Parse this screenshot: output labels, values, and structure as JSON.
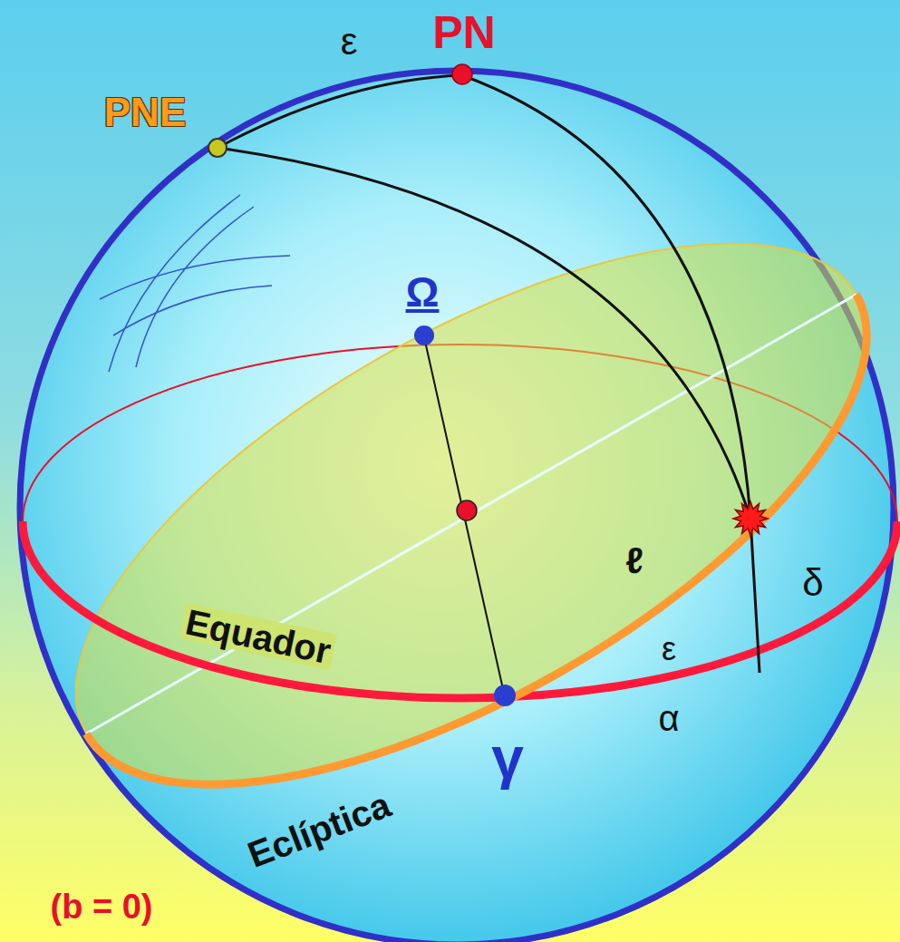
{
  "diagram": {
    "labels": [
      "PN",
      "ε",
      "PNE",
      "Ω",
      "ℓ",
      "δ",
      "Equador",
      "ε",
      "α",
      "γ",
      "Eclíptica",
      "(b = 0)"
    ]
  }
}
